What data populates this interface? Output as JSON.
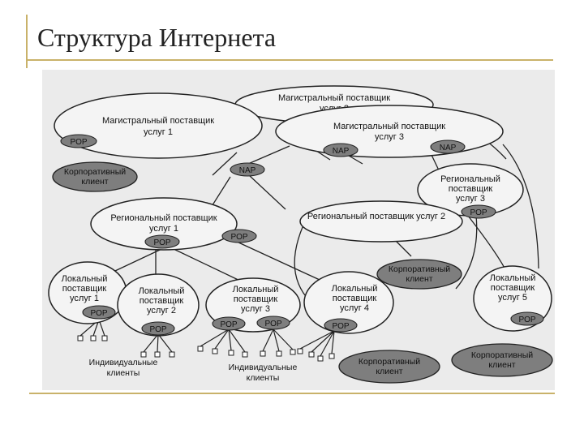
{
  "slide": {
    "title": "Структура Интернета"
  },
  "diagram": {
    "providers": {
      "isp2": [
        "Магистральный поставщик",
        "услуг 2"
      ],
      "isp1": [
        "Магистральный поставщик",
        "услуг 1"
      ],
      "isp3": [
        "Магистральный поставщик",
        "услуг 3"
      ],
      "reg1": [
        "Региональный поставщик",
        "услуг 1"
      ],
      "reg2": [
        "Региональный поставщик услуг 2"
      ],
      "reg3": [
        "Региональный",
        "поставщик",
        "услуг 3"
      ],
      "loc1": [
        "Локальный",
        "поставщик",
        "услуг 1"
      ],
      "loc2": [
        "Локальный",
        "поставщик",
        "услуг 2"
      ],
      "loc3": [
        "Локальный",
        "поставщик",
        "услуг 3"
      ],
      "loc4": [
        "Локальный",
        "поставщик",
        "услуг 4"
      ],
      "loc5": [
        "Локальный",
        "поставщик",
        "услуг 5"
      ]
    },
    "access_points": {
      "pop": "POP",
      "nap": "NAP"
    },
    "clients": {
      "corporate": [
        "Корпоративный",
        "клиент"
      ],
      "individual": [
        "Индивидуальные",
        "клиенты"
      ]
    }
  }
}
